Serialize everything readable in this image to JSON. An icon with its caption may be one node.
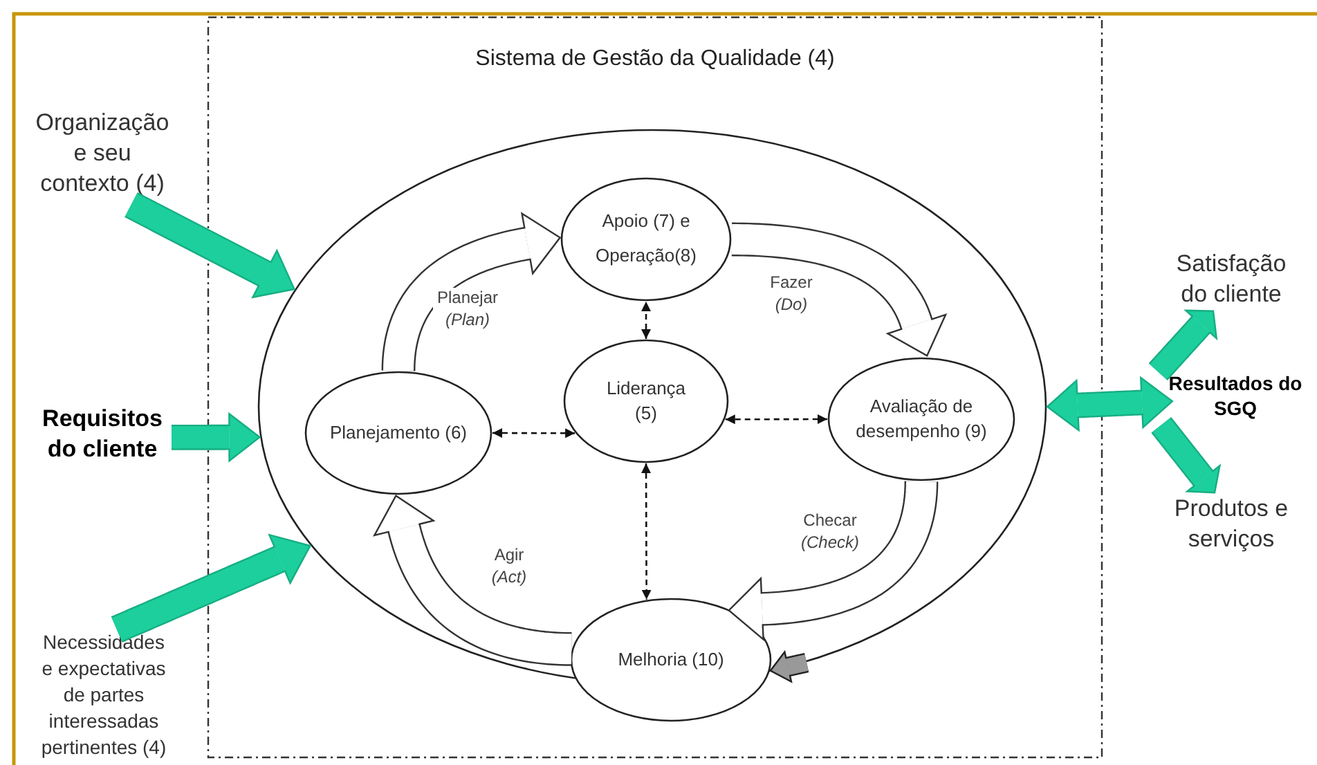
{
  "diagram": {
    "nodes": [
      {
        "text": [
          "Sistema de Gestão da Qualidade (4)"
        ]
      },
      {
        "text": [],
        "shape": "ellipse",
        "in": 0
      },
      {
        "text": [
          "Apoio (7) e Operação(8)"
        ],
        "in": 1
      },
      {
        "text": [
          "Planejamento (6)"
        ],
        "in": 1
      },
      {
        "text": [
          "Liderança (5)"
        ],
        "in": 1
      },
      {
        "text": [
          "Avaliação de desempenho (9)"
        ],
        "in": 1
      },
      {
        "text": [
          "Melhoria (10)"
        ],
        "in": 0
      },
      {
        "text": [
          "Organização e seu contexto (4)"
        ]
      },
      {
        "text": [
          "Requisitos do cliente"
        ]
      },
      {
        "text": [
          "Necessidades e expectativas de partes interessadas pertinentes (4)"
        ]
      },
      {
        "text": [
          "Resultados do SGQ"
        ]
      },
      {
        "text": [
          "Satisfação do cliente"
        ]
      },
      {
        "text": [
          "Produtos e serviços"
        ]
      }
    ],
    "edges": [
      {
        "from": 7,
        "to": 1,
        "arrow": "to",
        "color": "#1ccf9c"
      },
      {
        "from": 8,
        "to": 1,
        "arrow": "to",
        "color": "#1ccf9c"
      },
      {
        "from": 9,
        "to": 1,
        "arrow": "to",
        "color": "#1ccf9c"
      },
      {
        "from": 1,
        "to": 10,
        "arrow": "both",
        "color": "#1ccf9c"
      },
      {
        "from": 10,
        "to": 11,
        "arrow": "to",
        "color": "#1ccf9c"
      },
      {
        "from": 10,
        "to": 12,
        "arrow": "to",
        "color": "#1ccf9c"
      },
      {
        "from": 3,
        "to": 4,
        "arrow": "both",
        "style": "dashed",
        "color": "#111111"
      },
      {
        "from": 4,
        "to": 2,
        "arrow": "both",
        "style": "dashed",
        "color": "#111111"
      },
      {
        "from": 4,
        "to": 5,
        "arrow": "both",
        "style": "dashed",
        "color": "#111111"
      },
      {
        "from": 4,
        "to": 6,
        "arrow": "both",
        "style": "dashed",
        "color": "#111111"
      },
      {
        "from": 3,
        "to": 2,
        "arrow": "to",
        "color": "#ffffff",
        "label": "Planejar *(Plan)*"
      },
      {
        "from": 2,
        "to": 5,
        "arrow": "to",
        "color": "#ffffff",
        "label": "Fazer *(Do)*"
      },
      {
        "from": 5,
        "to": 6,
        "arrow": "to",
        "color": "#ffffff",
        "label": "Checar *(Check)*"
      },
      {
        "from": 6,
        "to": 3,
        "arrow": "to",
        "color": "#ffffff",
        "label": "Agir *(Act)*"
      },
      {
        "from": 1,
        "to": 6,
        "arrow": "to",
        "color": "#999999"
      }
    ]
  }
}
